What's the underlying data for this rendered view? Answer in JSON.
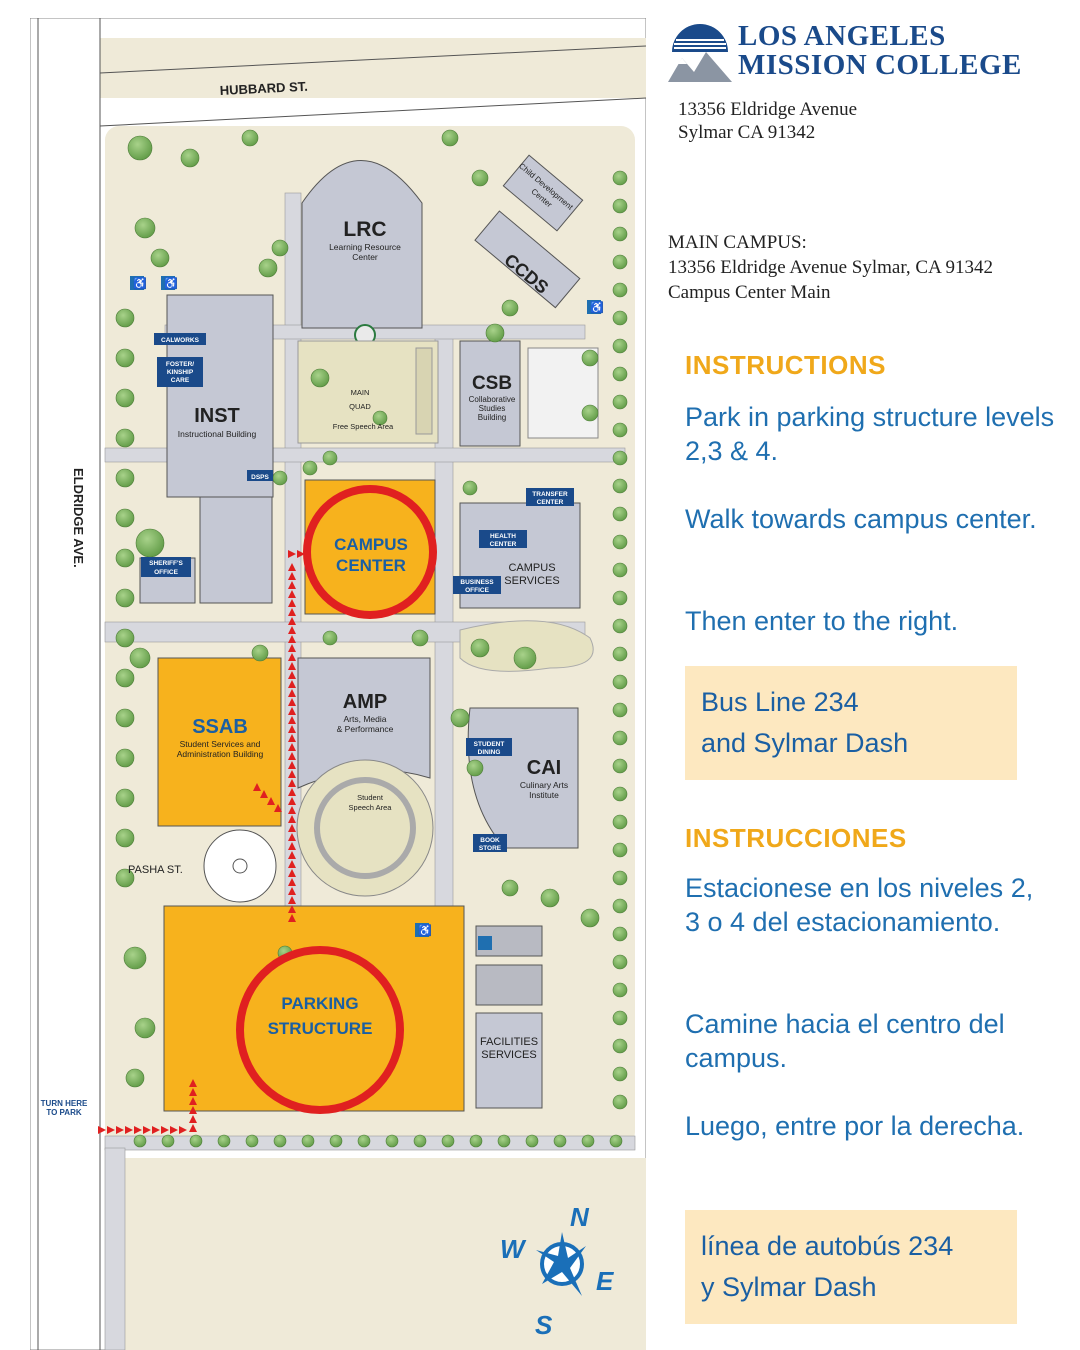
{
  "college": {
    "name_line1": "LOS ANGELES",
    "name_line2": "MISSION COLLEGE",
    "address_line1": "13356 Eldridge Avenue",
    "address_line2": "Sylmar CA 91342"
  },
  "main_campus": {
    "title": "MAIN CAMPUS:",
    "address": "13356 Eldridge Avenue Sylmar, CA 91342",
    "location": "Campus Center Main"
  },
  "instructions_en": {
    "heading": "INSTRUCTIONS",
    "step1": "Park in parking structure levels 2,3 & 4.",
    "step2": "Walk towards campus center.",
    "step3": "Then enter to the right.",
    "bus_line1": "Bus Line 234",
    "bus_line2": "and Sylmar Dash"
  },
  "instructions_es": {
    "heading": "INSTRUCCIONES",
    "step1": "Estacionese en los niveles 2, 3 o 4 del estacionamiento.",
    "step2": "Camine hacia el centro del campus.",
    "step3": "Luego, entre por la derecha.",
    "bus_line1": "línea de autobús 234",
    "bus_line2": "y Sylmar Dash"
  },
  "map": {
    "streets": {
      "hubbard": "HUBBARD ST.",
      "eldridge": "ELDRIDGE AVE.",
      "pasha": "PASHA ST."
    },
    "buildings": {
      "lrc_code": "LRC",
      "lrc_name1": "Learning Resource",
      "lrc_name2": "Center",
      "ccds_code": "CCDS",
      "child_dev1": "Child Development",
      "child_dev2": "Center",
      "inst_code": "INST",
      "inst_name": "Instructional Building",
      "csb_code": "CSB",
      "csb_name1": "Collaborative",
      "csb_name2": "Studies",
      "csb_name3": "Building",
      "quad1": "MAIN",
      "quad2": "QUAD",
      "quad3": "Free Speech Area",
      "campus_center1": "CAMPUS",
      "campus_center2": "CENTER",
      "campus_services1": "CAMPUS",
      "campus_services2": "SERVICES",
      "amp_code": "AMP",
      "amp_name1": "Arts, Media",
      "amp_name2": "& Performance",
      "ssab_code": "SSAB",
      "ssab_name1": "Student Services and",
      "ssab_name2": "Administration Building",
      "speech1": "Student",
      "speech2": "Speech Area",
      "cai_code": "CAI",
      "cai_name1": "Culinary Arts",
      "cai_name2": "Institute",
      "parking1": "PARKING",
      "parking2": "STRUCTURE",
      "facilities1": "FACILITIES",
      "facilities2": "SERVICES"
    },
    "tags": {
      "calworks": "CALWORKS",
      "foster1": "FOSTER/",
      "foster2": "KINSHIP",
      "foster3": "CARE",
      "dsps": "DSPS",
      "sheriff1": "SHERIFF'S",
      "sheriff2": "OFFICE",
      "transfer1": "TRANSFER",
      "transfer2": "CENTER",
      "health1": "HEALTH",
      "health2": "CENTER",
      "business1": "BUSINESS",
      "business2": "OFFICE",
      "dining1": "STUDENT",
      "dining2": "DINING",
      "book1": "BOOK",
      "book2": "STORE"
    },
    "turn_here1": "TURN HERE",
    "turn_here2": "TO PARK",
    "compass": {
      "n": "N",
      "e": "E",
      "s": "S",
      "w": "W"
    }
  },
  "colors": {
    "brand_blue": "#1a4a8a",
    "accent_orange": "#f0a81a",
    "text_blue": "#1f6fb0",
    "highlight_building": "#f7b21d",
    "circle_red": "#e02020",
    "building_gray": "#c5c8d4",
    "ground_tan": "#efead8"
  }
}
